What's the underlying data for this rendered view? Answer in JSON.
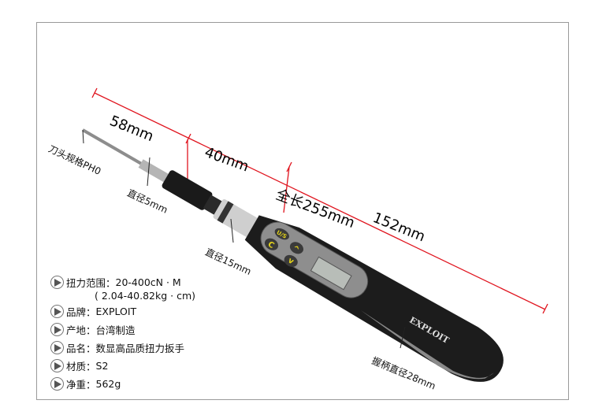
{
  "dimensions": {
    "bit_length": "58mm",
    "chuck_length": "40mm",
    "total_length": "全长255mm",
    "handle_length": "152mm"
  },
  "callouts": {
    "bit_spec": "刀头规格PH0",
    "bit_diameter": "直径5mm",
    "collar_diameter": "直径15mm",
    "grip_diameter": "握柄直径28mm"
  },
  "device": {
    "brand_logo": "EXPLOIT",
    "buttons": [
      "U/S",
      "C",
      "^",
      "v"
    ]
  },
  "specs": [
    {
      "label": "扭力范围：",
      "value": "20-400cN · M",
      "sub": "( 2.04-40.82kg · cm)"
    },
    {
      "label": "品牌：",
      "value": "EXPLOIT"
    },
    {
      "label": "产地：",
      "value": "台湾制造"
    },
    {
      "label": "品名：",
      "value": "数显高品质扭力扳手"
    },
    {
      "label": "材质：",
      "value": "S2"
    },
    {
      "label": "净重：",
      "value": "562g"
    }
  ],
  "colors": {
    "dimension_line": "#e0141e",
    "handle": "#1c1c1c",
    "grip": "#8a8a8a",
    "button_text": "#e3d21a"
  }
}
